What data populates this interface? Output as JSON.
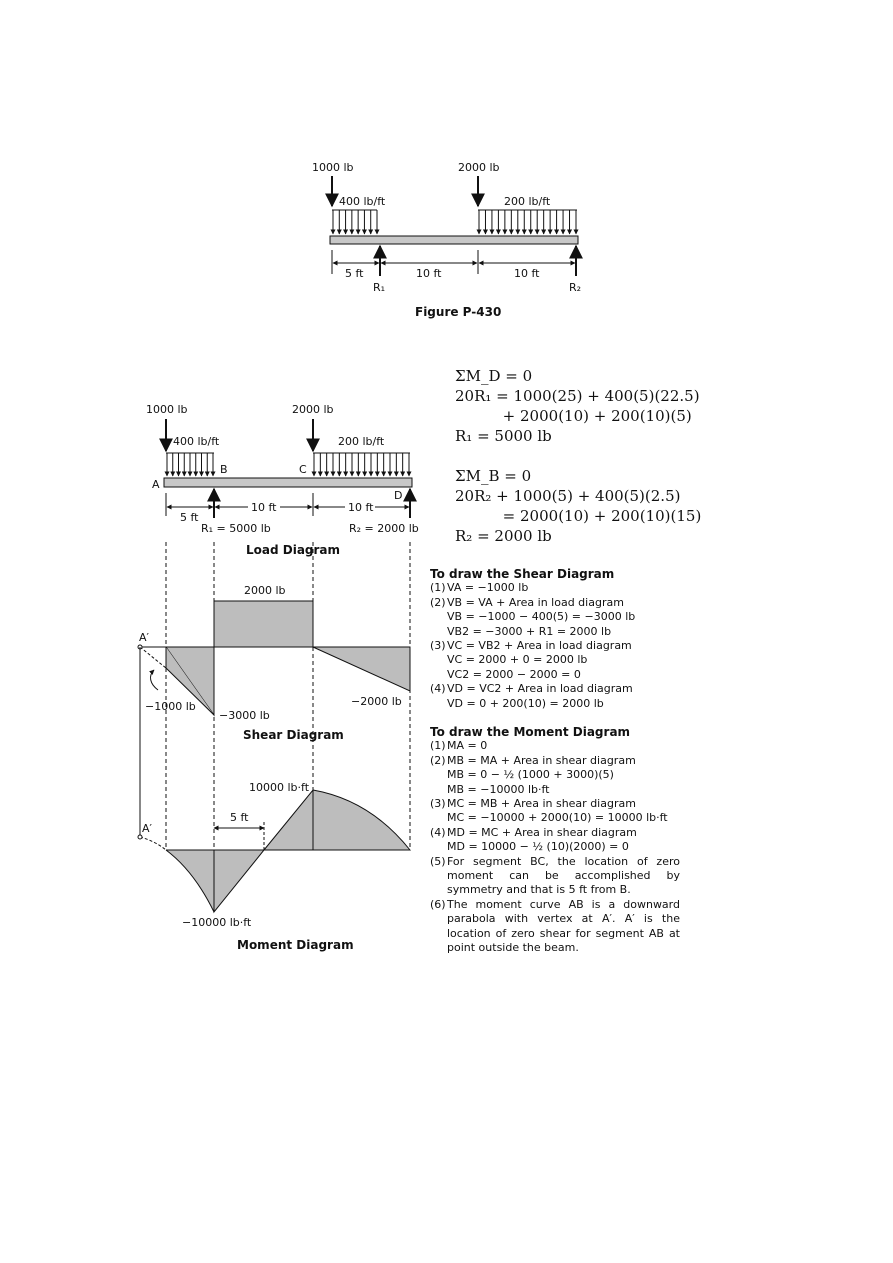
{
  "figure1": {
    "loads": {
      "p1": "1000 lb",
      "p2": "2000 lb",
      "w1": "400 lb/ft",
      "w2": "200 lb/ft"
    },
    "dims": {
      "d1": "5 ft",
      "d2": "10 ft",
      "d3": "10 ft"
    },
    "r1": "R₁",
    "r2": "R₂",
    "caption": "Figure P-430"
  },
  "load_diagram": {
    "p1": "1000 lb",
    "p2": "2000 lb",
    "w1": "400 lb/ft",
    "w2": "200 lb/ft",
    "points": {
      "a": "A",
      "b": "B",
      "c": "C",
      "d": "D"
    },
    "dims": {
      "d1": "5 ft",
      "d2": "10 ft",
      "d3": "10 ft"
    },
    "r1": "R₁ = 5000 lb",
    "r2": "R₂ = 2000 lb",
    "title": "Load Diagram"
  },
  "shear_diagram": {
    "labels": {
      "top": "2000 lb",
      "va": "−1000 lb",
      "vb": "−3000 lb",
      "vd": "−2000 lb",
      "aprime": "A′"
    },
    "title": "Shear Diagram"
  },
  "moment_diagram": {
    "labels": {
      "max": "10000 lb·ft",
      "min": "−10000 lb·ft",
      "dist": "5 ft",
      "aprime": "A′"
    },
    "title": "Moment Diagram"
  },
  "equations": {
    "md": "ΣM_D = 0",
    "eq1a": "20R₁ = 1000(25) + 400(5)(22.5)",
    "eq1b": "          + 2000(10) + 200(10)(5)",
    "r1": "R₁ = 5000 lb",
    "mb": "ΣM_B = 0",
    "eq2a": "20R₂ + 1000(5) + 400(5)(2.5)",
    "eq2b": "          = 2000(10) + 200(10)(15)",
    "r2": "R₂ = 2000 lb"
  },
  "shear_procedure": {
    "heading": "To draw the Shear Diagram",
    "items": [
      {
        "num": "(1)",
        "lines": [
          "VA = −1000 lb"
        ]
      },
      {
        "num": "(2)",
        "lines": [
          "VB = VA + Area in load diagram",
          "VB = −1000 − 400(5) = −3000 lb",
          "VB2 = −3000 + R1 = 2000 lb"
        ]
      },
      {
        "num": "(3)",
        "lines": [
          "VC = VB2 + Area in load diagram",
          "VC = 2000 + 0 = 2000 lb",
          "VC2 = 2000 − 2000 = 0"
        ]
      },
      {
        "num": "(4)",
        "lines": [
          "VD = VC2 + Area in load diagram",
          "VD = 0 + 200(10) = 2000 lb"
        ]
      }
    ]
  },
  "moment_procedure": {
    "heading": "To draw the Moment Diagram",
    "items": [
      {
        "num": "(1)",
        "lines": [
          "MA = 0"
        ]
      },
      {
        "num": "(2)",
        "lines": [
          "MB = MA + Area in shear diagram",
          "MB = 0 − ½ (1000 + 3000)(5)",
          "MB = −10000 lb·ft"
        ]
      },
      {
        "num": "(3)",
        "lines": [
          "MC = MB + Area in shear diagram",
          "MC = −10000 + 2000(10) = 10000 lb·ft"
        ]
      },
      {
        "num": "(4)",
        "lines": [
          "MD = MC + Area in shear diagram",
          "MD = 10000 − ½ (10)(2000) = 0"
        ]
      },
      {
        "num": "(5)",
        "text": "For segment BC, the location of zero moment can be accomplished by symmetry and that is 5 ft from B."
      },
      {
        "num": "(6)",
        "text": "The moment curve AB is a downward parabola with vertex at A′.  A′ is the location of zero shear for segment AB at point outside the beam."
      }
    ]
  }
}
